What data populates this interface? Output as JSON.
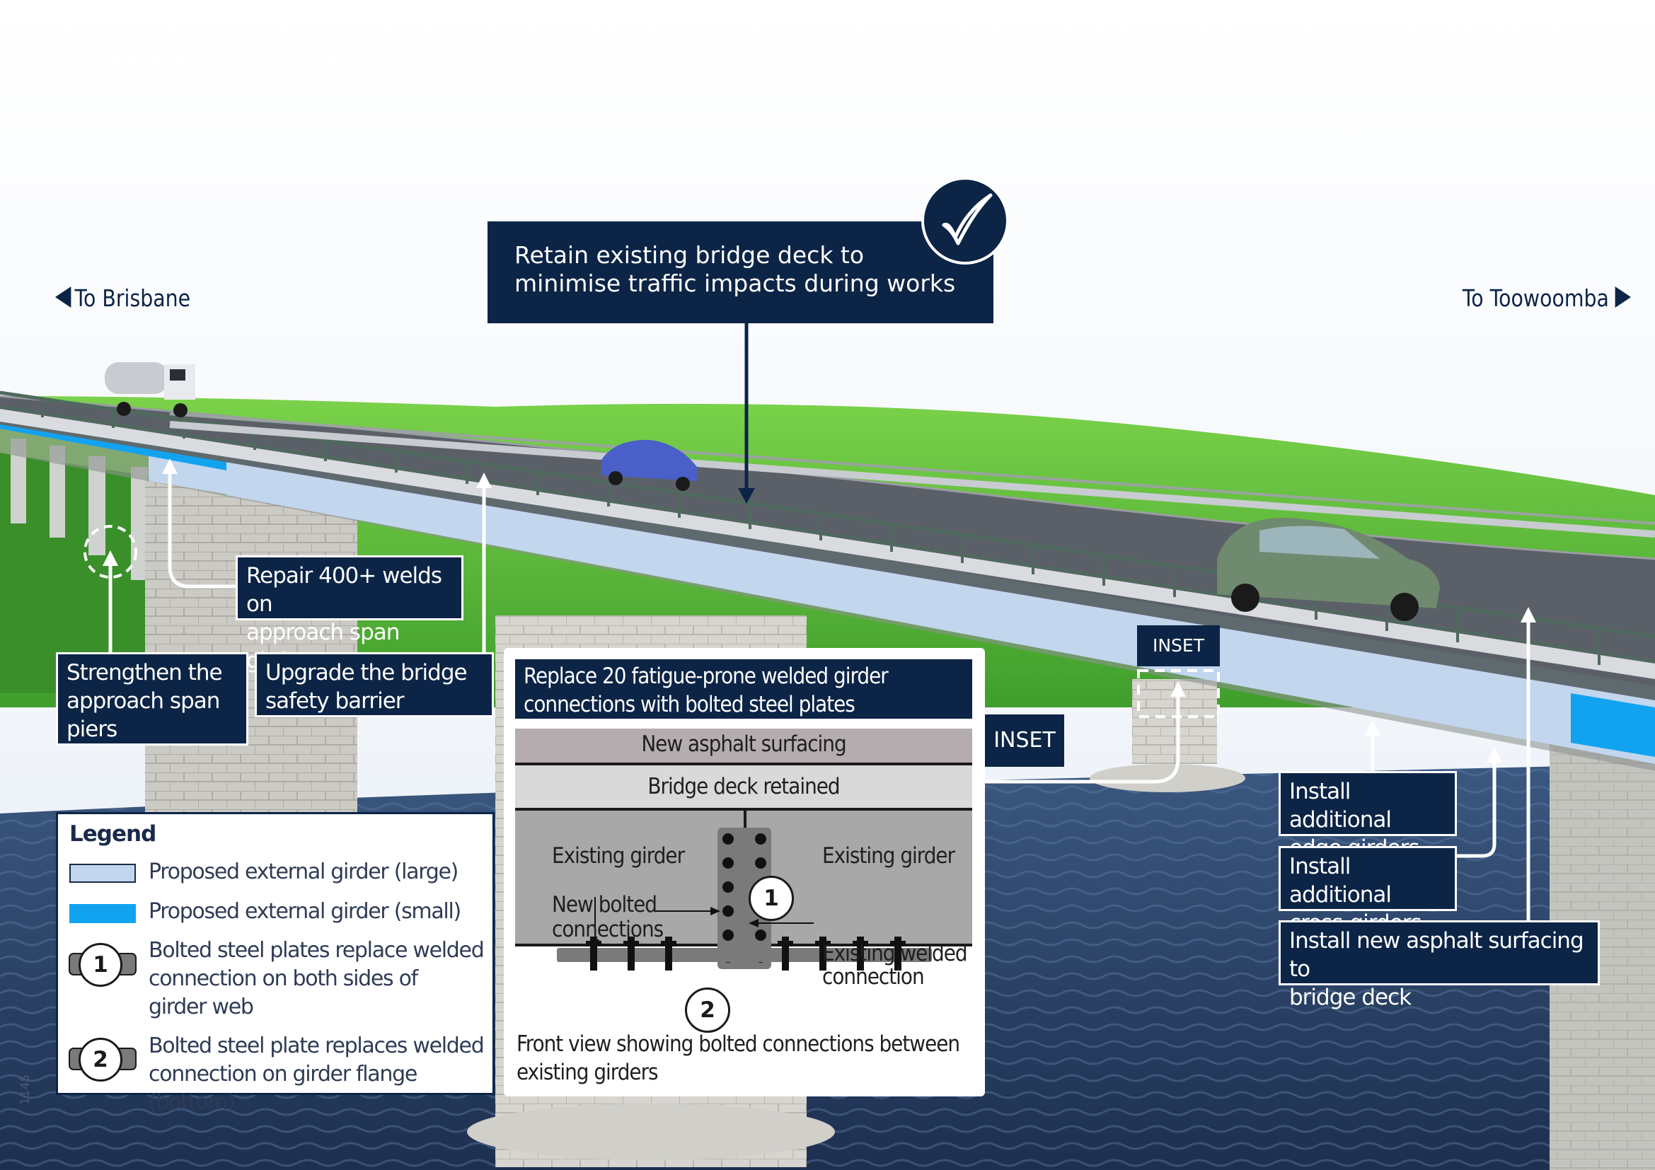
{
  "header": "Department of Transport and Main Roads",
  "directions": {
    "left": "To Brisbane",
    "right": "To Toowoomba"
  },
  "main_callout": {
    "line1": "Retain existing bridge deck to",
    "line2": "minimise traffic impacts during works"
  },
  "callouts": {
    "repair_welds": {
      "line1": "Repair 400+ welds on",
      "line2": "approach span girders"
    },
    "strengthen_piers": {
      "line1": "Strengthen the",
      "line2": "approach span",
      "line3": "piers"
    },
    "upgrade_barrier": {
      "line1": "Upgrade the bridge",
      "line2": "safety barrier"
    },
    "edge_girders": {
      "line1": "Install additional",
      "line2": "edge girders"
    },
    "cross_girders": {
      "line1": "Install additional",
      "line2": "cross-girders"
    },
    "asphalt": {
      "line1": "Install new asphalt surfacing to",
      "line2": "bridge deck"
    }
  },
  "inset_tag": "INSET",
  "inset": {
    "title_line1": "Replace 20 fatigue-prone welded girder",
    "title_line2": "connections with bolted steel plates",
    "asphalt_band": "New asphalt surfacing",
    "deck_band": "Bridge deck retained",
    "girder_left": "Existing girder",
    "girder_right": "Existing girder",
    "new_bolted_1": "New bolted",
    "new_bolted_2": "connections",
    "existing_welded_1": "Existing welded",
    "existing_welded_2": "connection",
    "caption_1": "Front view showing bolted connections between",
    "caption_2": "existing girders"
  },
  "legend": {
    "title": "Legend",
    "large": "Proposed external girder (large)",
    "small": "Proposed external girder (small)",
    "item1_l1": "Bolted steel plates replace  welded",
    "item1_l2": "connection on both sides of",
    "item1_l3": "girder web",
    "item2_l1": "Bolted steel plate replaces welded",
    "item2_l2": "connection on girder flange (bottom)",
    "num1": "1",
    "num2": "2"
  },
  "side_code": "1145",
  "colors": {
    "navy": "#0c2446",
    "girder_large": "#c2d6ee",
    "girder_small": "#12a3f0",
    "grass": "#4fb83a",
    "water": "#2f4668"
  }
}
